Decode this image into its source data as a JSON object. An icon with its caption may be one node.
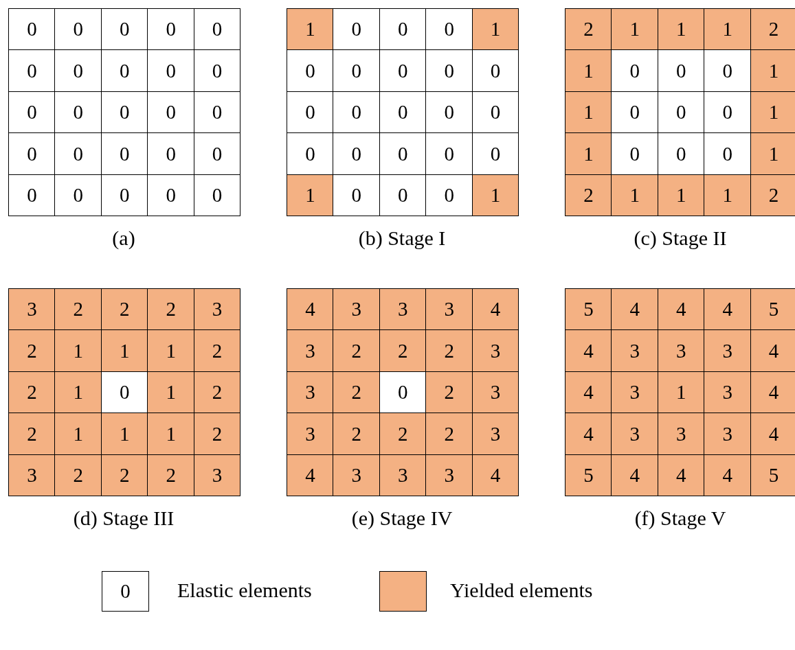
{
  "diagram": {
    "labels": [
      "0",
      "0",
      "0",
      "0",
      "0",
      "0",
      "0",
      "0",
      "0",
      "0",
      "0",
      "0",
      "0",
      "0",
      "0",
      "0",
      "0",
      "0",
      "0",
      "0",
      "0",
      "0",
      "0",
      "0",
      "0",
      "1",
      "0",
      "0",
      "0",
      "1",
      "0",
      "0",
      "0",
      "0",
      "0",
      "0",
      "0",
      "0",
      "0",
      "0",
      "0",
      "0",
      "0",
      "0",
      "0",
      "1",
      "0",
      "0",
      "0",
      "1",
      "2",
      "1",
      "1",
      "1",
      "2",
      "1",
      "0",
      "0",
      "0",
      "1",
      "1",
      "0",
      "0",
      "0",
      "1",
      "1",
      "0",
      "0",
      "0",
      "1",
      "2",
      "1",
      "1",
      "1",
      "2",
      "(a)",
      "(b) Stage I",
      "(c) Stage II",
      "3",
      "2",
      "2",
      "2",
      "3",
      "2",
      "1",
      "1",
      "1",
      "2",
      "2",
      "1",
      "0",
      "1",
      "2",
      "2",
      "1",
      "1",
      "1",
      "2",
      "3",
      "2",
      "2",
      "2",
      "3",
      "4",
      "3",
      "3",
      "3",
      "4",
      "3",
      "2",
      "2",
      "2",
      "3",
      "3",
      "2",
      "0",
      "2",
      "3",
      "3",
      "2",
      "2",
      "2",
      "3",
      "4",
      "3",
      "3",
      "3",
      "4",
      "5",
      "4",
      "4",
      "4",
      "5",
      "4",
      "3",
      "3",
      "3",
      "4",
      "4",
      "3",
      "1",
      "3",
      "4",
      "4",
      "3",
      "3",
      "3",
      "4",
      "5",
      "4",
      "4",
      "4",
      "5",
      "(d) Stage III",
      "(e) Stage IV",
      "(f) Stage V",
      "0"
    ],
    "legend": [
      {
        "text": "Elastic elements",
        "color": "#ffffff"
      },
      {
        "text": "Yielded elements",
        "color": "#f4b183"
      }
    ]
  }
}
